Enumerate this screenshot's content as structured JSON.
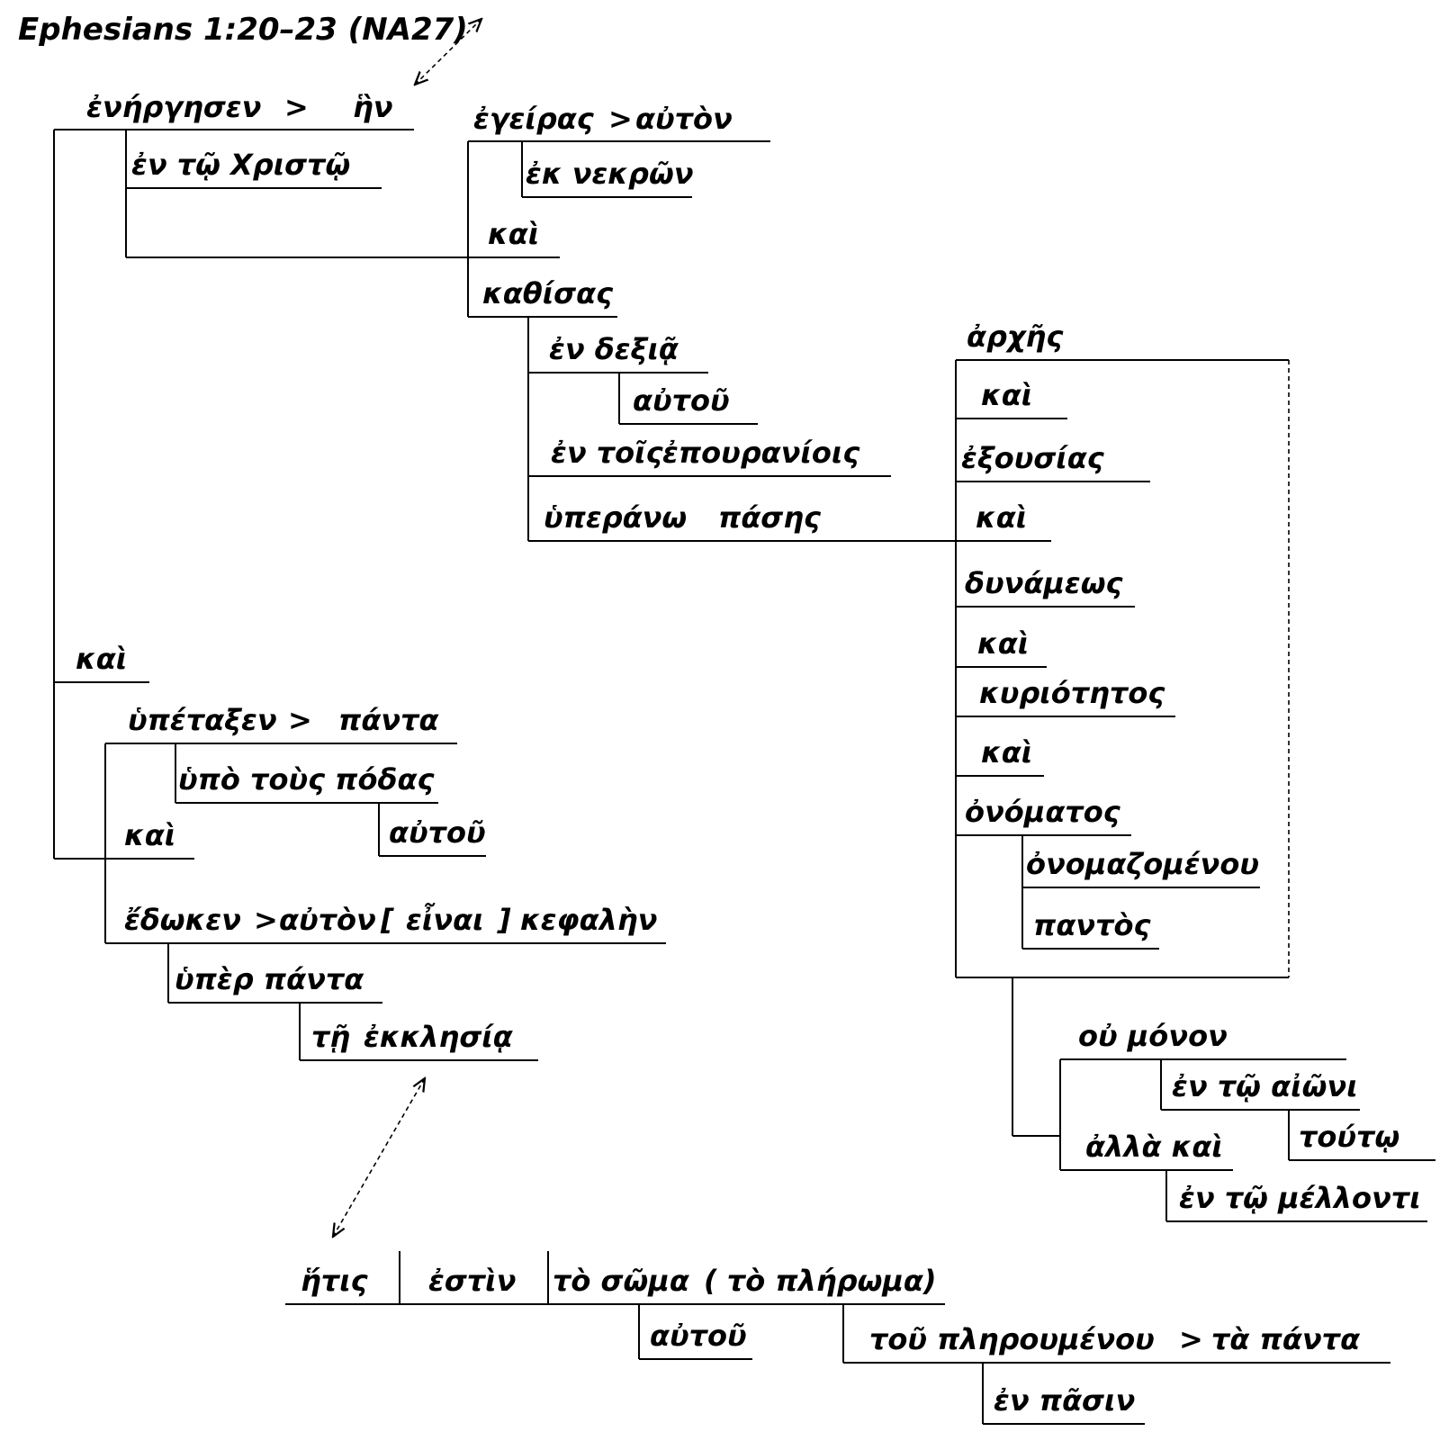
{
  "title": "Ephesians 1:20–23 (NA27)",
  "words": {
    "energesen": "ἐνήργησεν",
    "gt1": ">",
    "hen": "ἣν",
    "en_to_christo": "ἐν τῷ Χριστῷ",
    "egeiras": "ἐγείρας",
    "gt2": ">",
    "auton1": "αὐτὸν",
    "ek_nekron": "ἐκ νεκρῶν",
    "kai1": "καὶ",
    "kathisas": "καθίσας",
    "en_dexia": "ἐν δεξιᾷ",
    "autou1": "αὐτοῦ",
    "en_tois": "ἐν τοῖς",
    "epouraniois": "ἐπουρανίοις",
    "hyperano": "ὑπεράνω",
    "pases": "πάσης",
    "arches": "ἀρχῆς",
    "kai_a": "καὶ",
    "exousias": "ἐξουσίας",
    "kai_b": "καὶ",
    "dynameos": "δυνάμεως",
    "kai_c": "καὶ",
    "kyriotetos": "κυριότητος",
    "kai_d": "καὶ",
    "onomatos": "ὀνόματος",
    "onomazomenou": "ὀνομαζομένου",
    "pantos": "παντὸς",
    "ou_monon": "οὐ μόνον",
    "en_to_aioni": "ἐν τῷ αἰῶνι",
    "touto": "τούτῳ",
    "alla_kai": "ἀλλὰ καὶ",
    "en_to_mellonti": "ἐν τῷ μέλλοντι",
    "kai2": "καὶ",
    "hypetaxen": "ὑπέταξεν",
    "gt3": ">",
    "panta1": "πάντα",
    "hypo_tous_podas": "ὑπὸ τοὺς πόδας",
    "autou2": "αὐτοῦ",
    "kai3": "καὶ",
    "edoken": "ἔδωκεν",
    "gt4": ">",
    "auton2": "αὐτὸν",
    "bracket_open": "[",
    "einai": "εἶναι",
    "bracket_close": "]",
    "kephalen": "κεφαλὴν",
    "hyper_panta": "ὑπὲρ πάντα",
    "te": "τῇ",
    "ekklesia": "ἐκκλησίᾳ",
    "hetis": "ἥτις",
    "estin": "ἐστὶν",
    "to_soma": "τὸ σῶμα",
    "to_pleroma": "( τὸ πλήρωμα)",
    "autou3": "αὐτοῦ",
    "tou_pleroumenou": "τοῦ πληρουμένου",
    "gt5": ">",
    "ta_panta": "τὰ πάντα",
    "en_pasin": "ἐν πᾶσιν"
  }
}
